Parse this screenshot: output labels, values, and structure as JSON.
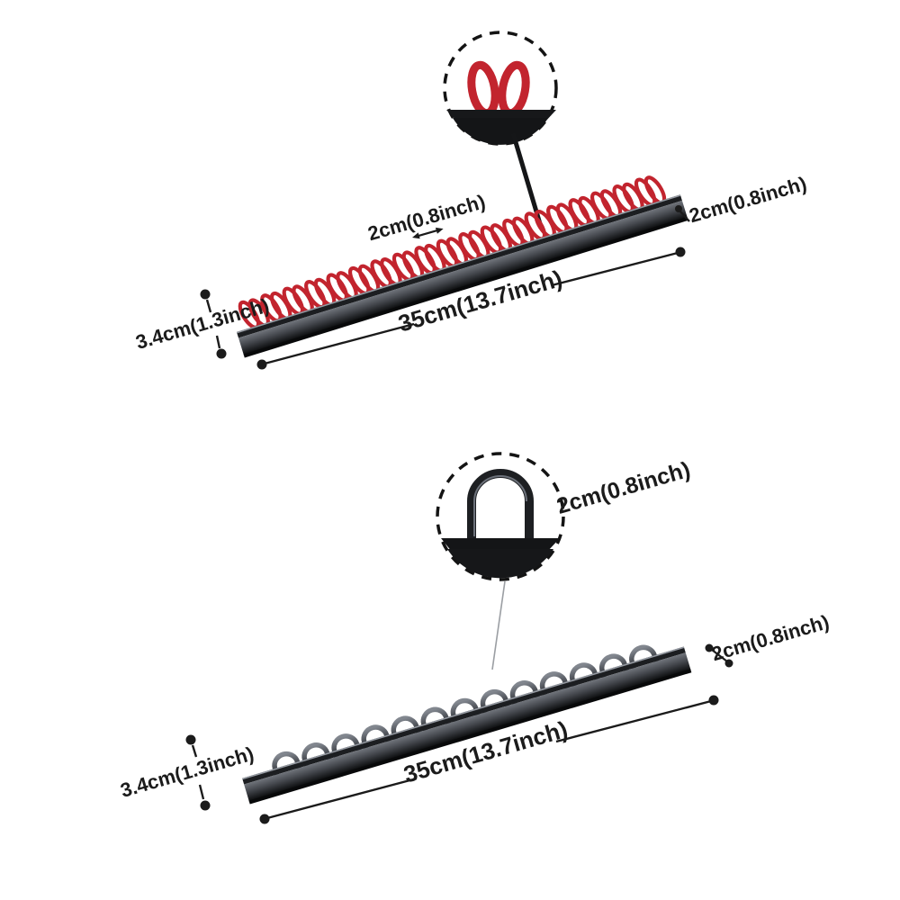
{
  "page": {
    "background": "#ffffff",
    "description": "product-dimension-diagram"
  },
  "top_product": {
    "clip_color": "#c2242e",
    "rail_color": "#2f3237",
    "clip_count": 19,
    "dimensions": {
      "clip_spacing": "2cm(0.8inch)",
      "rail_depth": "2cm(0.8inch)",
      "length": "35cm(13.7inch)",
      "height": "3.4cm(1.3inch)"
    }
  },
  "bottom_product": {
    "clip_color": "#26282d",
    "rail_color": "#2f3237",
    "clip_count": 13,
    "dimensions": {
      "clip_width": "2cm(0.8inch)",
      "rail_depth": "2cm(0.8inch)",
      "length": "35cm(13.7inch)",
      "height": "3.4cm(1.3inch)"
    }
  }
}
